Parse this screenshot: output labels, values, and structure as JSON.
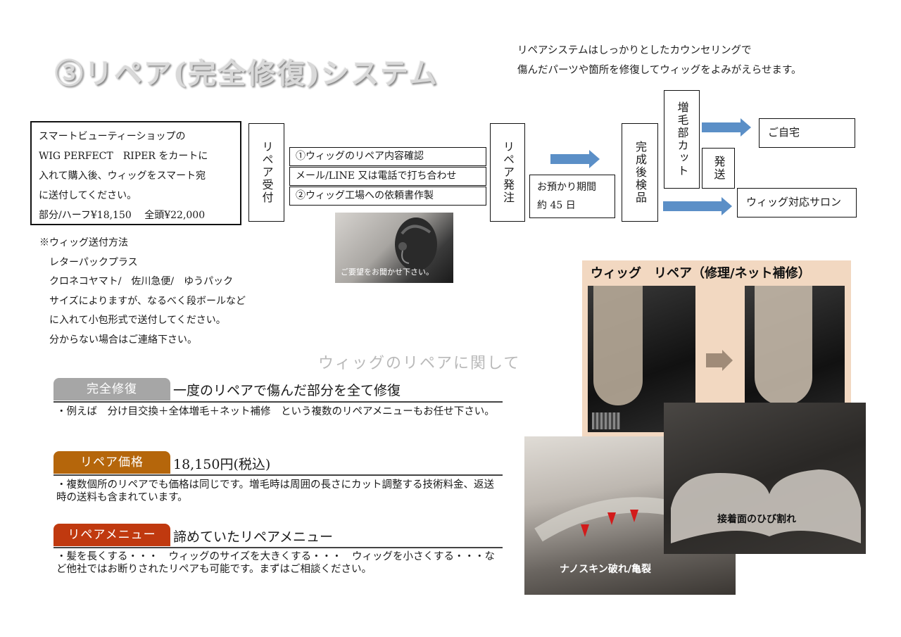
{
  "title": "③リペア(完全修復)システム",
  "intro": [
    "リペアシステムはしっかりとしたカウンセリングで",
    "傷んだパーツや箇所を修復してウィッグをよみがえらせます。"
  ],
  "flow": {
    "purchase_lines": [
      "スマートビューティーショップの",
      "WIG PERFECT　RIPER をカートに",
      "入れて購入後、ウィッグをスマート宛",
      "に送付してください。",
      " 部分/ハーフ¥18,150　 全頭¥22,000"
    ],
    "reception": "リペア受付",
    "steps": [
      "①ウィッグのリペア内容確認",
      "メール/LINE 又は電話で打ち合わせ",
      "②ウィッグ工場への依頼書作製"
    ],
    "order": "リペア発注",
    "period_lines": [
      "お預かり期間",
      "約 45 日"
    ],
    "inspection": "完成後検品",
    "cut": "増毛部カット",
    "ship": "発送",
    "home": "ご自宅",
    "salon": "ウィッグ対応サロン",
    "photo_caption": "ご要望をお聞かせ下さい。"
  },
  "shipping_notes": [
    "※ウィッグ送付方法",
    "　レターパックプラス",
    "　クロネコヤマト/　佐川急便/　ゆうパック",
    "　サイズによりますが、なるべく段ボールなど",
    "　に入れて小包形式で送付してください。",
    "　分からない場合はご連絡下さい。"
  ],
  "about_heading": "ウィッグのリペアに関して",
  "sections": [
    {
      "tag": "完全修復",
      "tag_color": "#a6a6a6",
      "heading": "一度のリペアで傷んだ部分を全て修復",
      "desc": "・例えば　分け目交換＋全体増毛＋ネット補修　という複数のリペアメニューもお任せ下さい。"
    },
    {
      "tag": "リペア価格",
      "tag_color": "#b5660b",
      "heading": "18,150円(税込)",
      "desc": "・複数個所のリペアでも価格は同じです。増毛時は周囲の長さにカット調整する技術料金、返送時の送料も含まれています。"
    },
    {
      "tag": "リペアメニュー",
      "tag_color": "#c0390f",
      "heading": "諦めていたリペアメニュー",
      "desc": "・髪を長くする・・・　ウィッグのサイズを大きくする・・・　ウィッグを小さくする・・・など他社ではお断りされたリペアも可能です。まずはご相談ください。"
    }
  ],
  "repair_panel": {
    "title": "ウィッグ　リペア（修理/ネット補修）"
  },
  "photo_captions": {
    "crack": "接着面のひび割れ",
    "nanoskin": "ナノスキン破れ/亀裂"
  },
  "colors": {
    "arrow": "#5b8fc7",
    "panel_bg": "#f2d8c1"
  }
}
